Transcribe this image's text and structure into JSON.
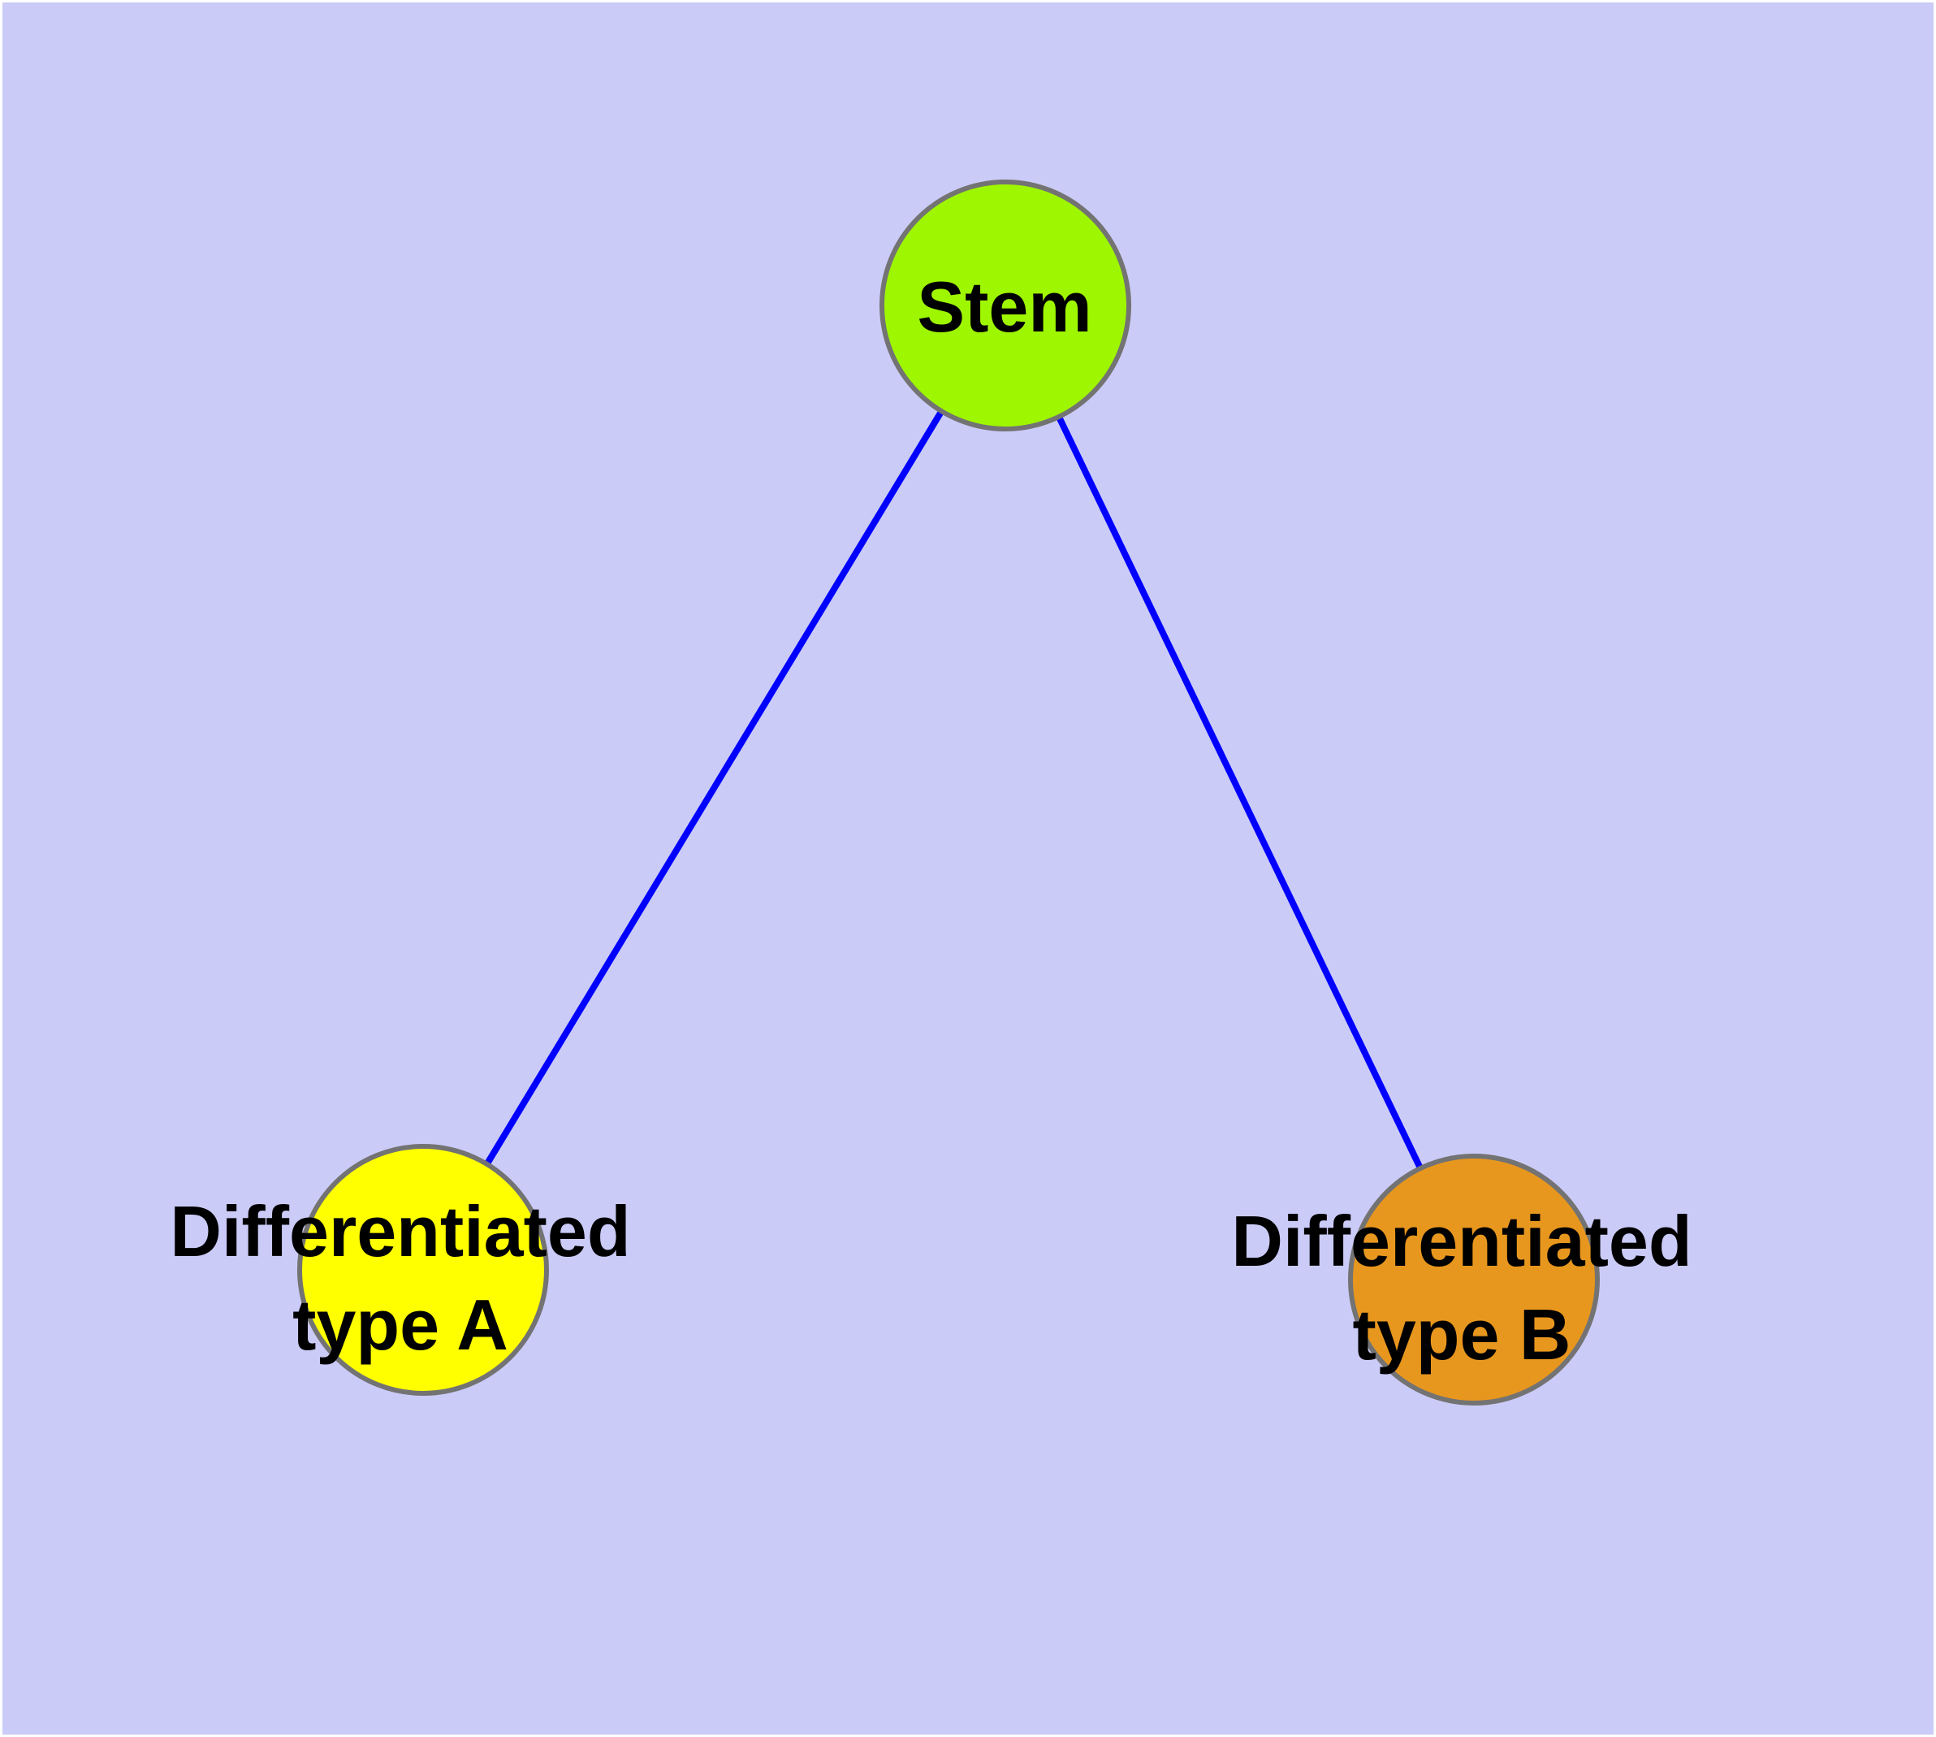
{
  "diagram": {
    "background_color": "#CBCBF8",
    "frame_color": "#ffffff",
    "edge_color": "#0000FF",
    "node_border_color": "#737373",
    "text_color": "#000000",
    "nodes": [
      {
        "id": "stem",
        "label": "Stem",
        "label_line2": "",
        "color": "#9EF601"
      },
      {
        "id": "type-a",
        "label": "Differentiated",
        "label_line2": "type A",
        "color": "#FFFF00"
      },
      {
        "id": "type-b",
        "label": "Differentiated",
        "label_line2": "type B",
        "color": "#E8971E"
      }
    ],
    "edges": [
      {
        "from": "Stem",
        "to": "Differentiated type A"
      },
      {
        "from": "Stem",
        "to": "Differentiated type B"
      }
    ]
  }
}
